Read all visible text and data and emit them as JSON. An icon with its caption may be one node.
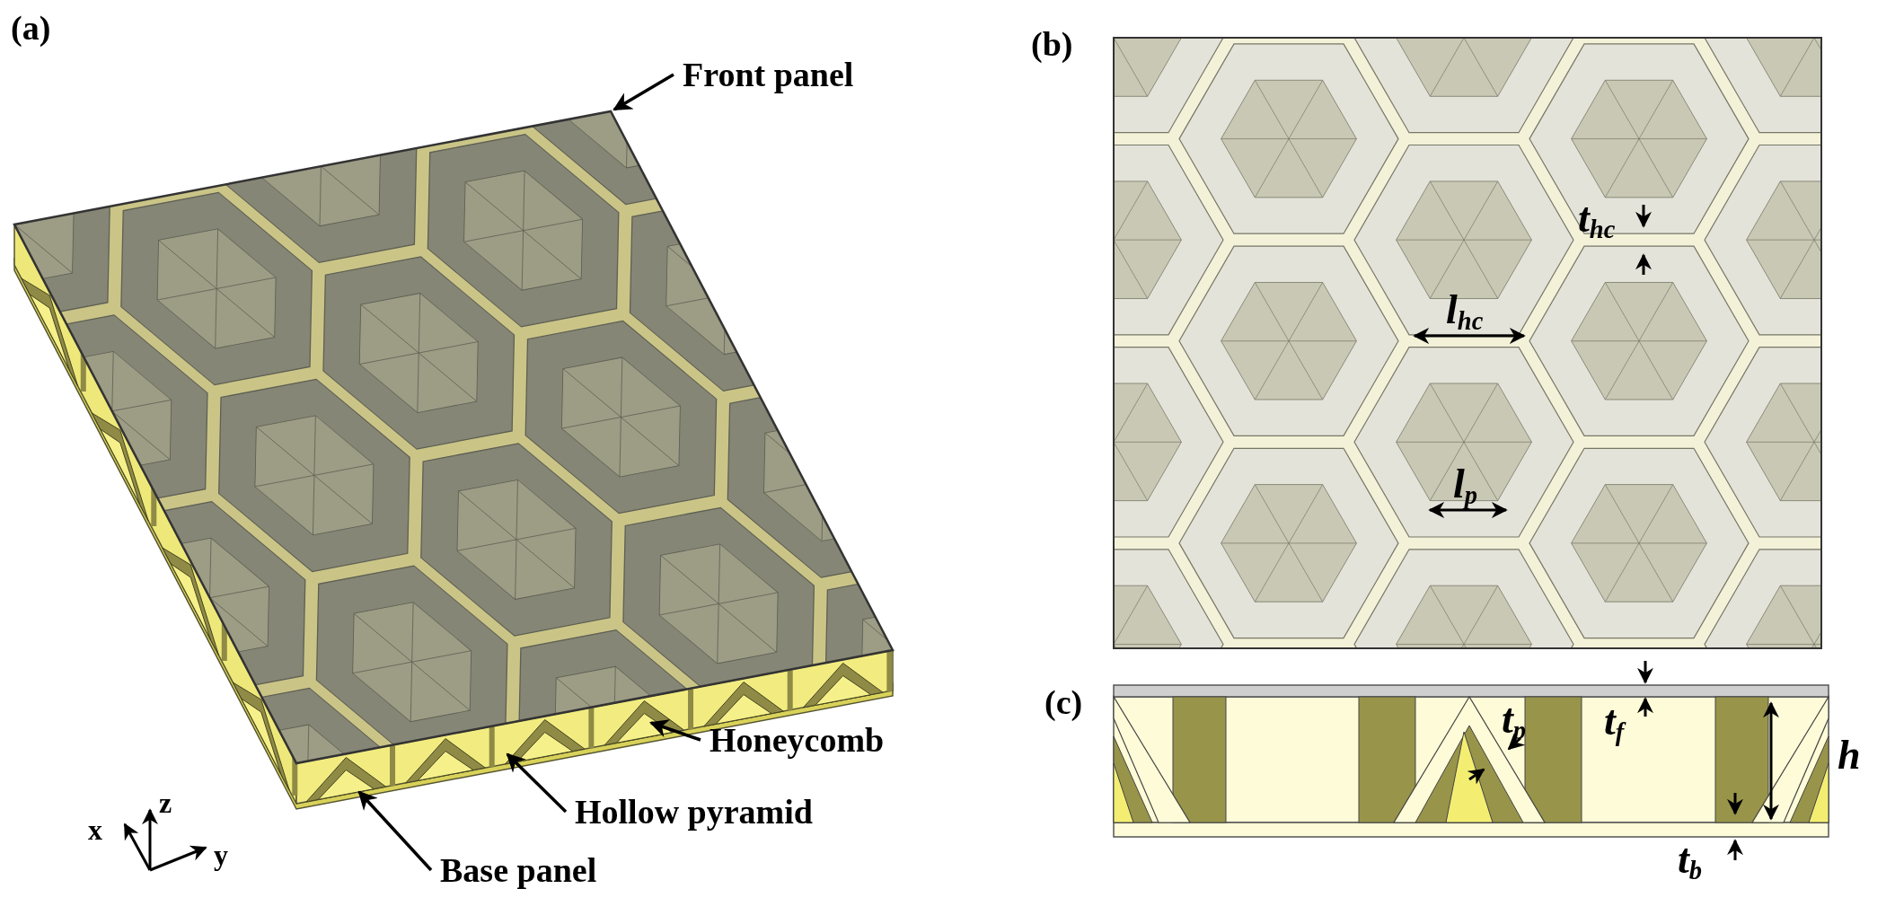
{
  "diagram": {
    "nodes": [
      {
        "text": [
          "Front panel"
        ]
      },
      {
        "text": [
          "Honeycomb"
        ]
      },
      {
        "text": [
          "Hollow pyramid"
        ]
      },
      {
        "text": [
          "Base panel"
        ]
      }
    ],
    "edges": [
      {
        "from": 0,
        "to": null,
        "arrow": "to"
      },
      {
        "from": 1,
        "to": null,
        "arrow": "to"
      },
      {
        "from": 2,
        "to": null,
        "arrow": "to"
      },
      {
        "from": 3,
        "to": null,
        "arrow": "to"
      }
    ],
    "labels": [
      "(a)",
      "z",
      "x",
      "y",
      "(b)",
      "t$_{hc}$",
      "l$_{hc}$",
      "l$_{p}$",
      "(c)",
      "t$_{p}$",
      "t$_{f}$",
      "h",
      "t$_{b}$"
    ]
  }
}
